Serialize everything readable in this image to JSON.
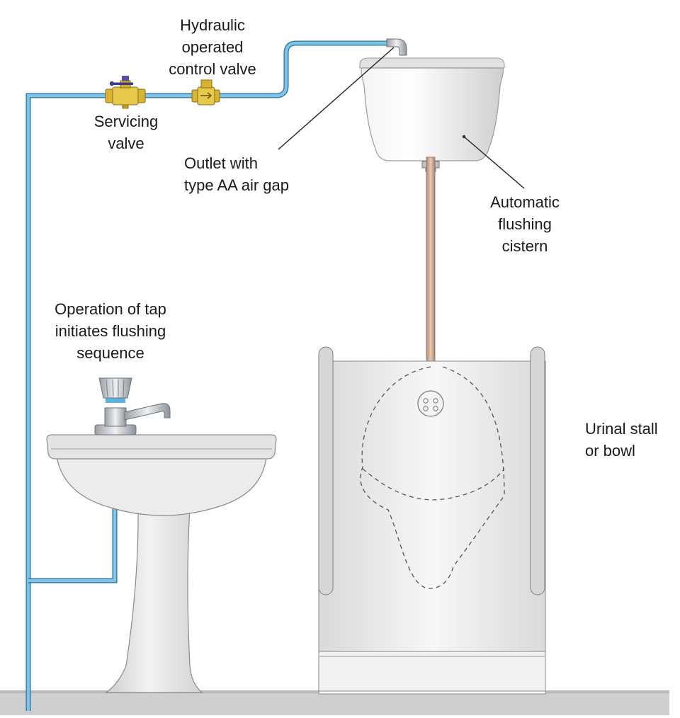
{
  "labels": {
    "control_valve": [
      "Hydraulic",
      "operated",
      "control valve"
    ],
    "servicing_valve": [
      "Servicing",
      "valve"
    ],
    "outlet": [
      "Outlet with",
      "type AA air gap"
    ],
    "cistern": [
      "Automatic",
      "flushing",
      "cistern"
    ],
    "tap": [
      "Operation of tap",
      "initiates flushing",
      "sequence"
    ],
    "urinal": [
      "Urinal stall",
      "or bowl"
    ]
  },
  "colors": {
    "pipe": "#7cc4ea",
    "pipe_edge": "#2f6f93",
    "brass": "#e3c13e",
    "brass_dark": "#8a6d12",
    "porcelain": "#e6e6e6",
    "flush_pipe": "#c9a58f",
    "floor": "#cfcfcf",
    "leader": "#222222"
  }
}
